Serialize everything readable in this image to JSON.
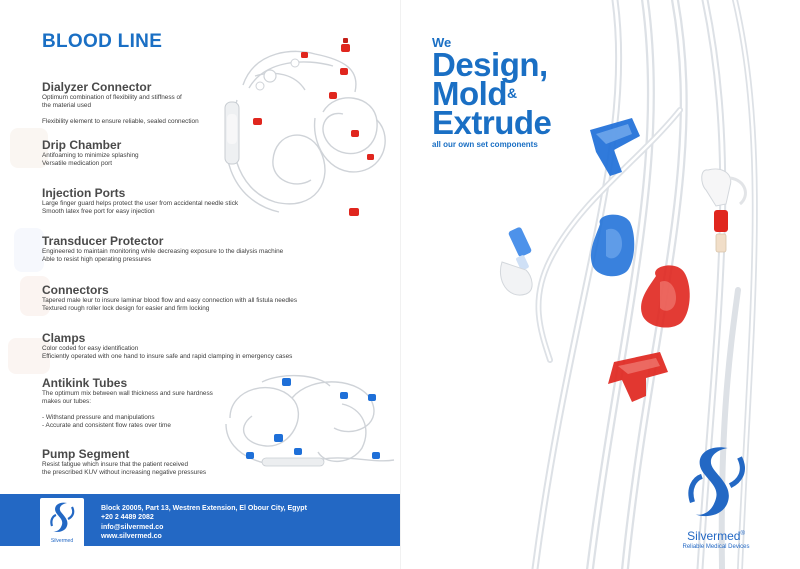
{
  "title": "BLOOD LINE",
  "sections": [
    {
      "heading": "Dialyzer Connector",
      "lines": [
        "Optimum combination of flexibility and stiffness of",
        "the material used",
        "Flexibility element to ensure reliable, sealed connection"
      ]
    },
    {
      "heading": "Drip Chamber",
      "lines": [
        "Antifoaming to minimize splashing",
        "Versatile medication port"
      ]
    },
    {
      "heading": "Injection Ports",
      "lines": [
        "Large finger guard helps protect the user from accidental needle stick",
        "Smooth latex free port for easy injection"
      ]
    },
    {
      "heading": "Transducer Protector",
      "lines": [
        "Engineered to maintain monitoring while decreasing exposure to the dialysis machine",
        "Able to resist high operating pressures"
      ]
    },
    {
      "heading": "Connectors",
      "lines": [
        "Tapered male leur to insure laminar blood flow  and easy connection with all fistula needles",
        "Textured rough roller lock design for easier and firm locking"
      ]
    },
    {
      "heading": "Clamps",
      "lines": [
        "Color coded for easy identification",
        "Efficiently operated with one hand to insure safe and rapid clamping in emergency cases"
      ]
    },
    {
      "heading": "Antikink Tubes",
      "lines": [
        "The optimum mix between wall thickness and sure hardness",
        "makes our tubes:",
        "- Withstand pressure and manipulations",
        "- Accurate and consistent flow rates over time"
      ]
    },
    {
      "heading": "Pump Segment",
      "lines": [
        "Resist fatigue which insure that the patient received",
        "the prescribed KUV without increasing negative pressures"
      ]
    }
  ],
  "footer": {
    "address": "Block 20005, Part 13, Westren Extension, El Obour City, Egypt",
    "phone": "+20 2 4489 2082",
    "email": "info@silvermed.co",
    "website": "www.silvermed.co",
    "badge_brand": "Silvermed"
  },
  "hero": {
    "we": "We",
    "design": "Design,",
    "mold": "Mold",
    "amp": "&",
    "extrude": "Extrude",
    "subtitle": "all our own set components"
  },
  "brand": {
    "name": "Silvermed",
    "registered": "®",
    "tagline": "Reliable Medical Devices"
  },
  "colors": {
    "brand_blue": "#1a6fc4",
    "footer_blue": "#2368c4",
    "clamp_red": "#e0261e",
    "clamp_blue": "#1e6fd8",
    "body_text": "#3d3d3d",
    "heading_text": "#4a4a4a"
  },
  "icons": [
    "silvermed-logo-icon",
    "blood-line-set-image",
    "pump-segment-set-image",
    "tubing-with-clamps-image"
  ]
}
